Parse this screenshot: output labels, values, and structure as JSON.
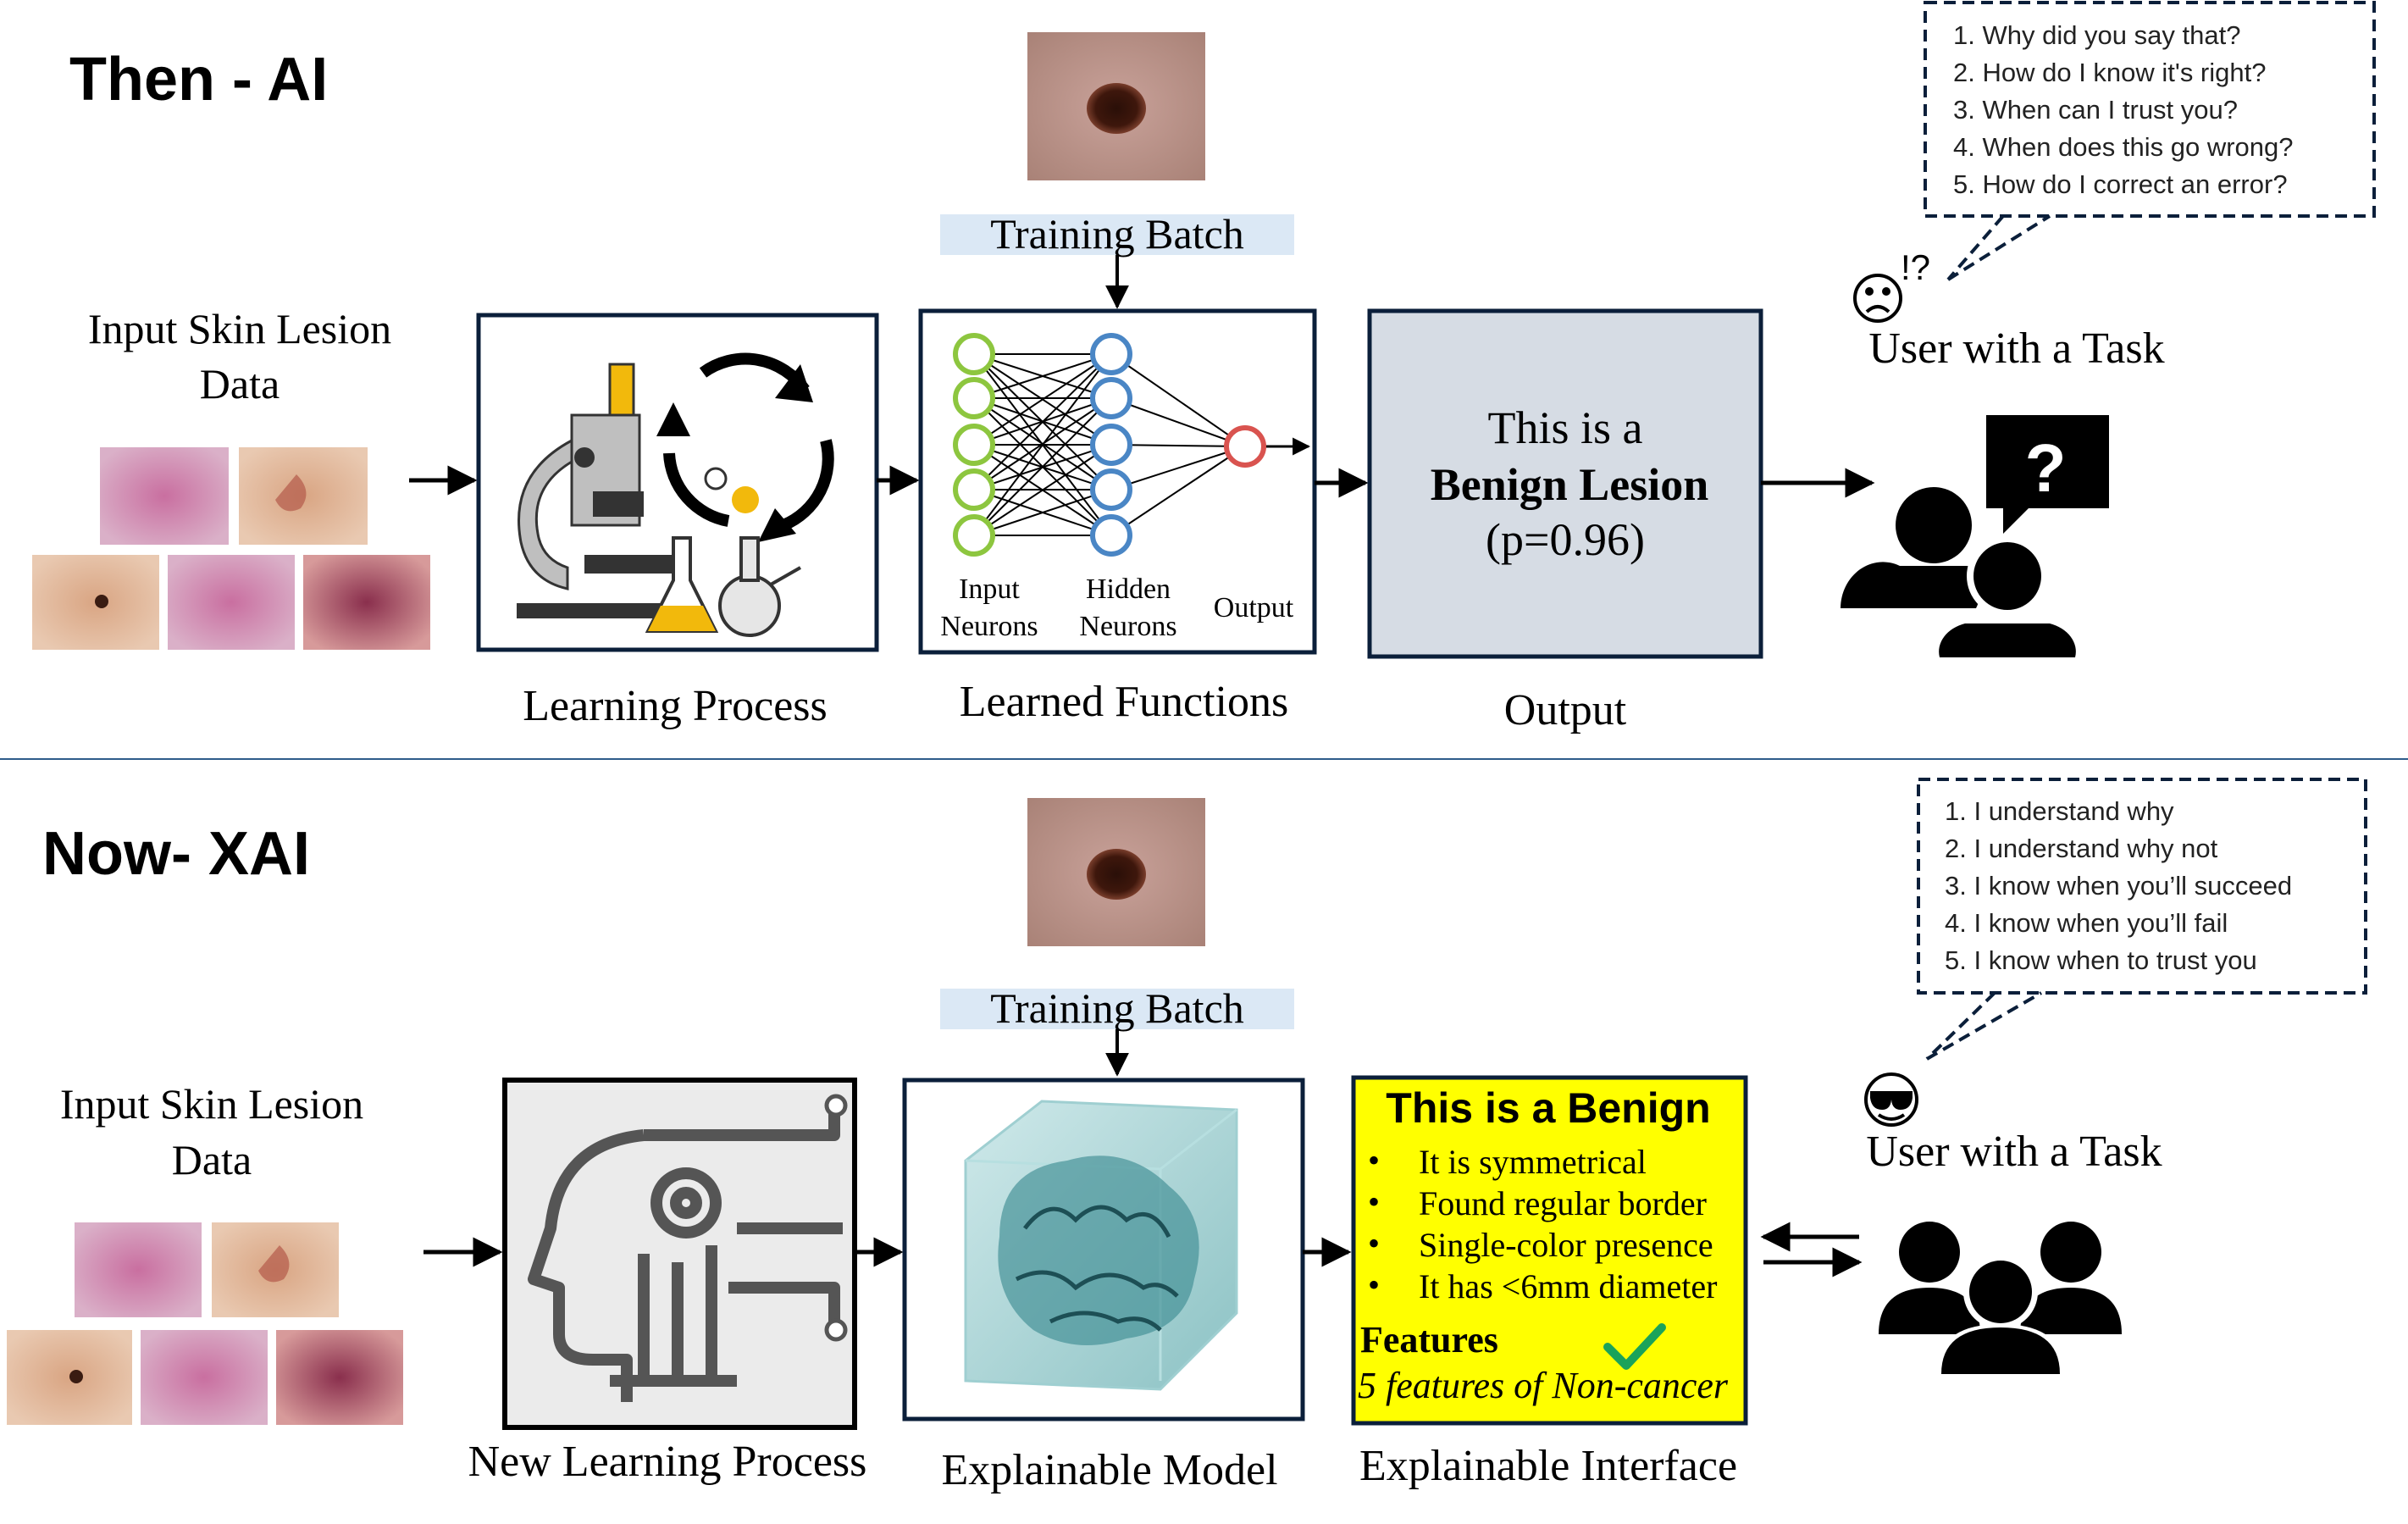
{
  "then": {
    "section_title": "Then - AI",
    "input_label_line1": "Input Skin Lesion",
    "input_label_line2": "Data",
    "training_batch": "Training Batch",
    "learning_caption": "Learning Process",
    "functions_caption": "Learned Functions",
    "nn_input_line1": "Input",
    "nn_input_line2": "Neurons",
    "nn_hidden_line1": "Hidden",
    "nn_hidden_line2": "Neurons",
    "nn_output": "Output",
    "output_line1": "This is a",
    "output_line2": "Benign Lesion",
    "output_line3": "(p=0.96)",
    "output_caption": "Output",
    "user_label": "User with a Task",
    "exclaim": "!?",
    "questions": [
      "1. Why did you say that?",
      "2. How do I know it's right?",
      "3. When can I trust you?",
      "4. When does this go wrong?",
      "5. How do I correct an error?"
    ]
  },
  "now": {
    "section_title": "Now- XAI",
    "input_label_line1": "Input Skin Lesion",
    "input_label_line2": "Data",
    "training_batch": "Training Batch",
    "learning_caption": "New Learning Process",
    "model_caption": "Explainable Model",
    "interface_caption": "Explainable Interface",
    "interface_title": "This is a Benign",
    "interface_bullets": [
      "It is symmetrical",
      "Found regular border",
      "Single-color presence",
      "It has <6mm diameter"
    ],
    "features_label": "Features",
    "features_note": "5 features of Non-cancer",
    "user_label": "User with a Task",
    "statements": [
      "1. I understand why",
      "2. I understand why not",
      "3. I know when you’ll succeed",
      "4. I know when you’ll fail",
      "5. I know when to trust you"
    ]
  },
  "colors": {
    "box_border": "#0b1f3a",
    "output_fill": "#d6dce4",
    "interface_fill": "#ffff00",
    "batch_label_bg": "#dbe8f5",
    "neuron_green": "#8dc63f",
    "neuron_blue": "#4a86c5",
    "neuron_red": "#d9534f",
    "divider": "#2e5c8a",
    "check": "#1aa35a",
    "flask_fill": "#f2b90c"
  },
  "icons": {
    "lesion": "lesion-photo",
    "microscope": "microscope-icon",
    "cycle": "cycle-arrows-icon",
    "flask": "flask-icon",
    "sad_face": "sad-face-icon",
    "cool_face": "sunglasses-face-icon",
    "question_user": "user-question-icon",
    "user_group": "user-group-icon",
    "ai_head": "ai-head-gear-icon",
    "brain_cube": "brain-cube-icon",
    "check": "check-icon"
  }
}
